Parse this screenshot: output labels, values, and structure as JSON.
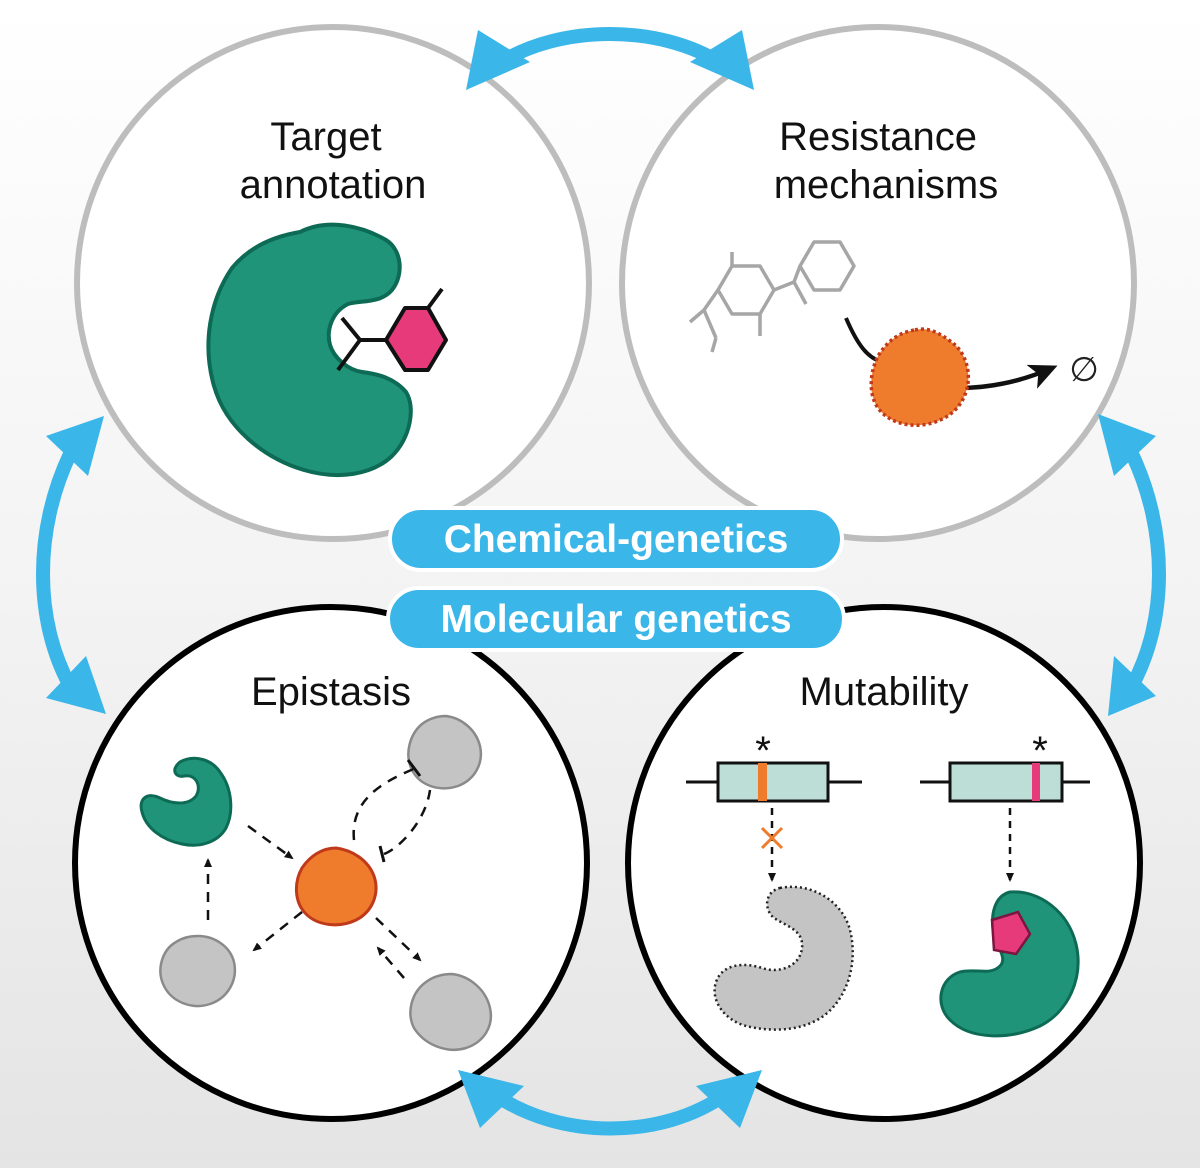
{
  "panels": {
    "target_annotation": {
      "title_line1": "Target",
      "title_line2": "annotation"
    },
    "resistance_mechanisms": {
      "title_line1": "Resistance",
      "title_line2": "mechanisms",
      "null_symbol": "∅"
    },
    "epistasis": {
      "title": "Epistasis"
    },
    "mutability": {
      "title": "Mutability",
      "mutation_marker": "*"
    }
  },
  "center_labels": {
    "top": "Chemical-genetics",
    "bottom": "Molecular genetics"
  },
  "colors": {
    "accent_blue": "#3bb6e9",
    "protein_teal": "#1f9479",
    "protein_teal_outline": "#0c6a55",
    "node_orange": "#ef7b2c",
    "ligand_pink": "#e63a7a",
    "node_gray": "#c4c4c4",
    "top_circle_border": "#bdbdbd",
    "bottom_circle_border": "#000000"
  }
}
